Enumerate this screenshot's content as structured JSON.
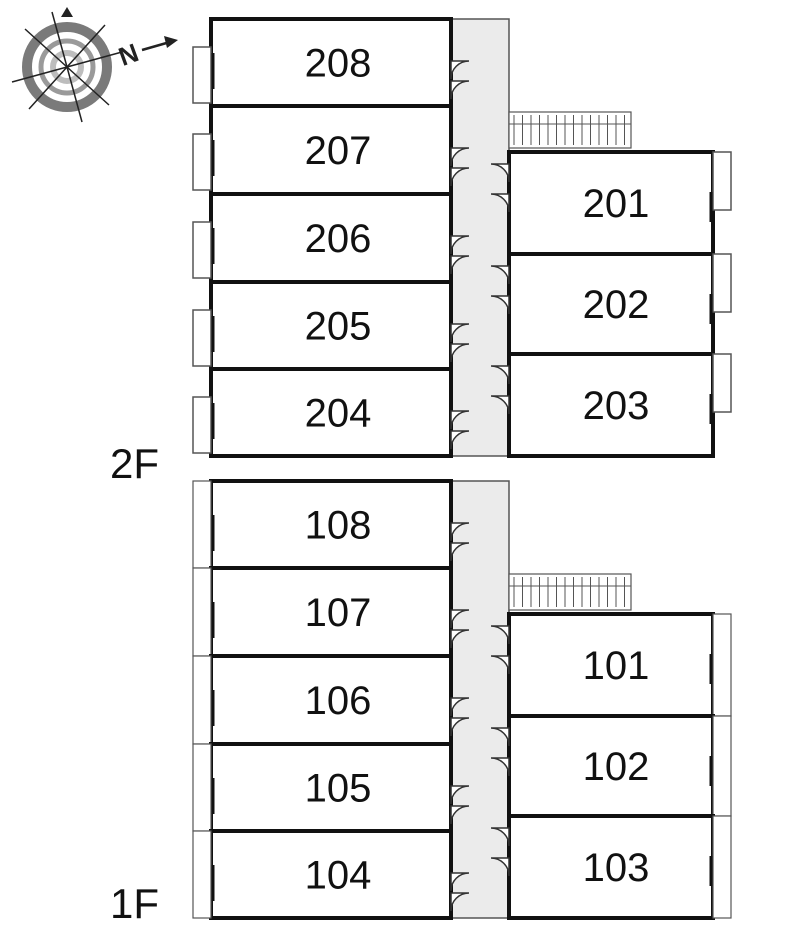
{
  "compass": {
    "icon": "compass-north-icon",
    "letter": "N"
  },
  "floors": [
    {
      "label": "2F",
      "rooms": [
        {
          "number": "208"
        },
        {
          "number": "207"
        },
        {
          "number": "206"
        },
        {
          "number": "205"
        },
        {
          "number": "204"
        },
        {
          "number": "201"
        },
        {
          "number": "202"
        },
        {
          "number": "203"
        }
      ]
    },
    {
      "label": "1F",
      "rooms": [
        {
          "number": "108"
        },
        {
          "number": "107"
        },
        {
          "number": "106"
        },
        {
          "number": "105"
        },
        {
          "number": "104"
        },
        {
          "number": "101"
        },
        {
          "number": "102"
        },
        {
          "number": "103"
        }
      ]
    }
  ],
  "colors": {
    "wall": "#111111",
    "corridor": "#ebebeb",
    "thin": "#555555"
  }
}
